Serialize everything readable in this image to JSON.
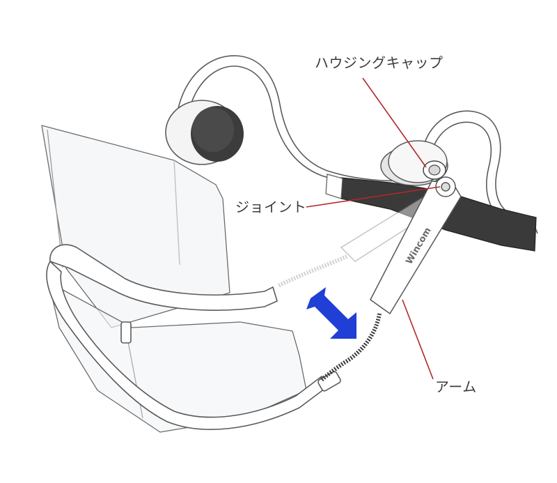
{
  "labels": {
    "housing_cap": "ハウジングキャップ",
    "joint": "ジョイント",
    "arm": "アーム"
  },
  "brand_text": "Wincom",
  "colors": {
    "callout_line": "#b3262a",
    "adjust_arrow": "#1f3fd6",
    "outline": "#5a5a5a",
    "dark_part": "#3a3a3a"
  }
}
